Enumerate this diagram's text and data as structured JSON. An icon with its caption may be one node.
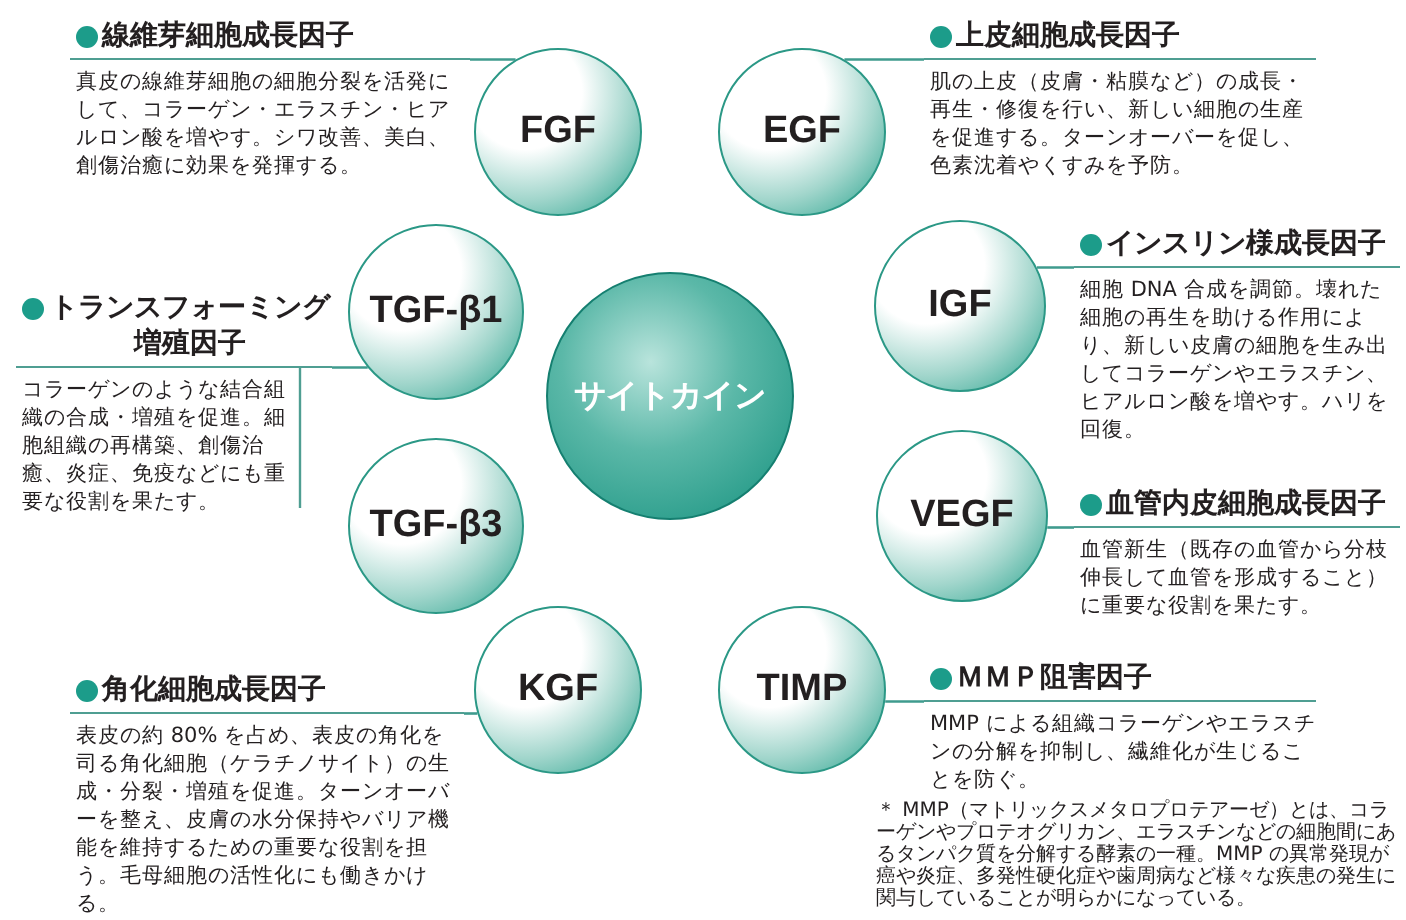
{
  "diagram": {
    "nodes": [
      {
        "text": [
          "サイトカイン"
        ]
      },
      {
        "text": [
          "FGF"
        ]
      },
      {
        "text": [
          "EGF"
        ]
      },
      {
        "text": [
          "TGF-β1"
        ]
      },
      {
        "text": [
          "IGF"
        ]
      },
      {
        "text": [
          "TGF-β3"
        ]
      },
      {
        "text": [
          "VEGF"
        ]
      },
      {
        "text": [
          "KGF"
        ]
      },
      {
        "text": [
          "TIMP"
        ]
      },
      {
        "text": [
          "線維芽細胞成長因子",
          "真皮の線維芽細胞の細胞分裂を活発にして、コラーゲン・エラスチン・ヒアルロン酸を増やす。シワ改善、美白、創傷治癒に効果を発揮する。"
        ]
      },
      {
        "text": [
          "上皮細胞成長因子",
          "肌の上皮（皮膚・粘膜など）の成長・再生・修復を行い、新しい細胞の生産を促進する。ターンオーバーを促し、色素沈着やくすみを予防。"
        ]
      },
      {
        "text": [
          "トランスフォーミング増殖因子",
          "コラーゲンのような結合組織の合成・増殖を促進。細胞組織の再構築、創傷治癒、炎症、免疫などにも重要な役割を果たす。"
        ]
      },
      {
        "text": [
          "インスリン様成長因子",
          "細胞 DNA 合成を調節。壊れた細胞の再生を助ける作用により、新しい皮膚の細胞を生み出してコラーゲンやエラスチン、ヒアルロン酸を増やす。ハリを回復。"
        ]
      },
      {
        "text": [
          "血管内皮細胞成長因子",
          "血管新生（既存の血管から分枝伸長して血管を形成すること）に重要な役割を果たす。"
        ]
      },
      {
        "text": [
          "角化細胞成長因子",
          "表皮の約 80% を占め、表皮の角化を司る角化細胞（ケラチノサイト）の生成・分裂・増殖を促進。ターンオーバーを整え、皮膚の水分保持やバリア機能を維持するための重要な役割を担う。毛母細胞の活性化にも働きかける。"
        ]
      },
      {
        "text": [
          "ＭＭＰ阻害因子",
          "MMP による組織コラーゲンやエラスチンの分解を抑制し、繊維化が生じることを防ぐ。"
        ]
      }
    ],
    "edges": [
      {
        "from": 9,
        "to": 1,
        "arrow": "none"
      },
      {
        "from": 10,
        "to": 2,
        "arrow": "none"
      },
      {
        "from": 11,
        "to": 3,
        "arrow": "none"
      },
      {
        "from": 12,
        "to": 4,
        "arrow": "none"
      },
      {
        "from": 13,
        "to": 6,
        "arrow": "none"
      },
      {
        "from": 14,
        "to": 7,
        "arrow": "none"
      },
      {
        "from": 15,
        "to": 8,
        "arrow": "none"
      }
    ],
    "labels": [
      "＊ MMP（マトリックスメタロプロテアーゼ）とは、コラーゲンやプロテオグリカン、エラスチンなどの細胞間にあるタンパク質を分解する酵素の一種。MMP の異常発現が癌や炎症、多発性硬化症や歯周病など様々な疾患の発生に関与していることが明らかになっている。"
    ]
  }
}
